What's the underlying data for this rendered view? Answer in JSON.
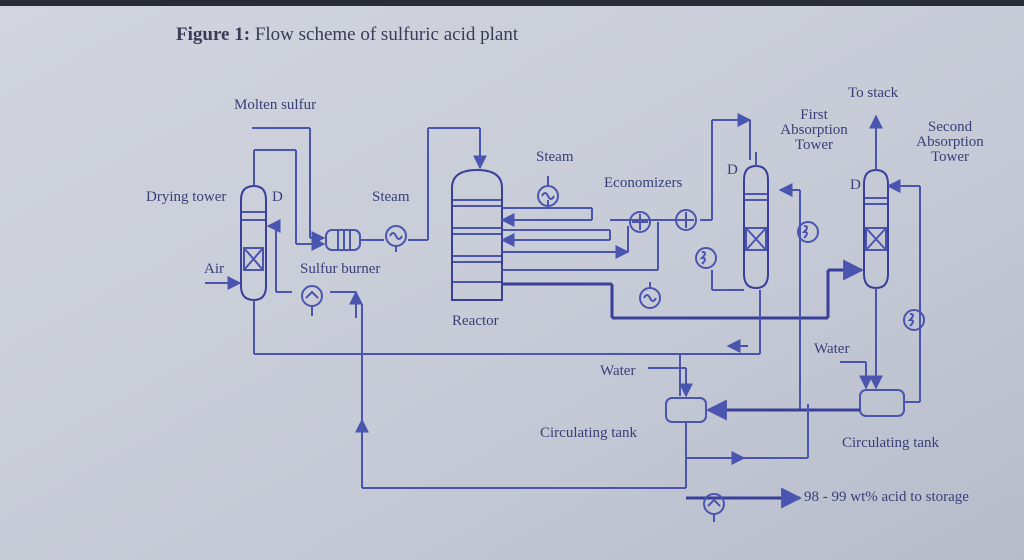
{
  "figure": {
    "prefix": "Figure 1:",
    "title": "Flow scheme of sulfuric acid plant"
  },
  "labels": {
    "molten_sulfur": "Molten sulfur",
    "drying_tower": "Drying tower",
    "air": "Air",
    "steam_burner": "Steam",
    "sulfur_burner": "Sulfur burner",
    "steam_reactor": "Steam",
    "economizers": "Economizers",
    "reactor": "Reactor",
    "first_absorption_line1": "First",
    "first_absorption_line2": "Absorption",
    "first_absorption_line3": "Tower",
    "to_stack": "To stack",
    "second_absorption_line1": "Second",
    "second_absorption_line2": "Absorption",
    "second_absorption_line3": "Tower",
    "water_left": "Water",
    "water_right": "Water",
    "circulating_tank_left": "Circulating tank",
    "circulating_tank_right": "Circulating tank",
    "product": "98 - 99 wt% acid to storage",
    "d_drying": "D",
    "d_first": "D",
    "d_second": "D"
  },
  "colors": {
    "line": "#4a55b0",
    "line_dark": "#3a3f9a",
    "text": "#3a3f78",
    "background": "#c9cdd8"
  },
  "icons": [
    "pump-icon",
    "heat-exchanger-icon",
    "steam-generator-icon",
    "packing-icon"
  ]
}
